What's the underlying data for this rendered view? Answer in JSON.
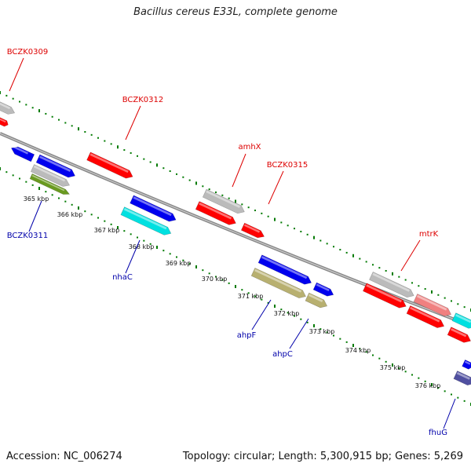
{
  "title": "Bacillus cereus E33L, complete genome",
  "footer": {
    "accession": "Accession: NC_006274",
    "topology": "Topology: circular; Length: 5,300,915 bp; Genes: 5,269"
  },
  "colors": {
    "backbone": "#888888",
    "ticks": "#007a00",
    "forward_label": "#dd0000",
    "reverse_label": "#0000aa",
    "red": "#ff0000",
    "blue": "#0000ee",
    "grey": "#bbbbbb",
    "cyan": "#00e0e0",
    "olive": "#b8b070",
    "green": "#6a9a20",
    "pink": "#f08080",
    "navy": "#5050a0"
  },
  "kbp_labels": [
    "365 kbp",
    "366 kbp",
    "367 kbp",
    "368 kbp",
    "369 kbp",
    "370 kbp",
    "371 kbp",
    "372 kbp",
    "373 kbp",
    "374 kbp",
    "375 kbp",
    "376 kbp"
  ],
  "gene_labels": {
    "forward": [
      "BCZK0309",
      "BCZK0312",
      "amhX",
      "BCZK0315",
      "mtrK"
    ],
    "reverse": [
      "BCZK0311",
      "nhaC",
      "ahpF",
      "ahpC",
      "fhuG"
    ]
  }
}
